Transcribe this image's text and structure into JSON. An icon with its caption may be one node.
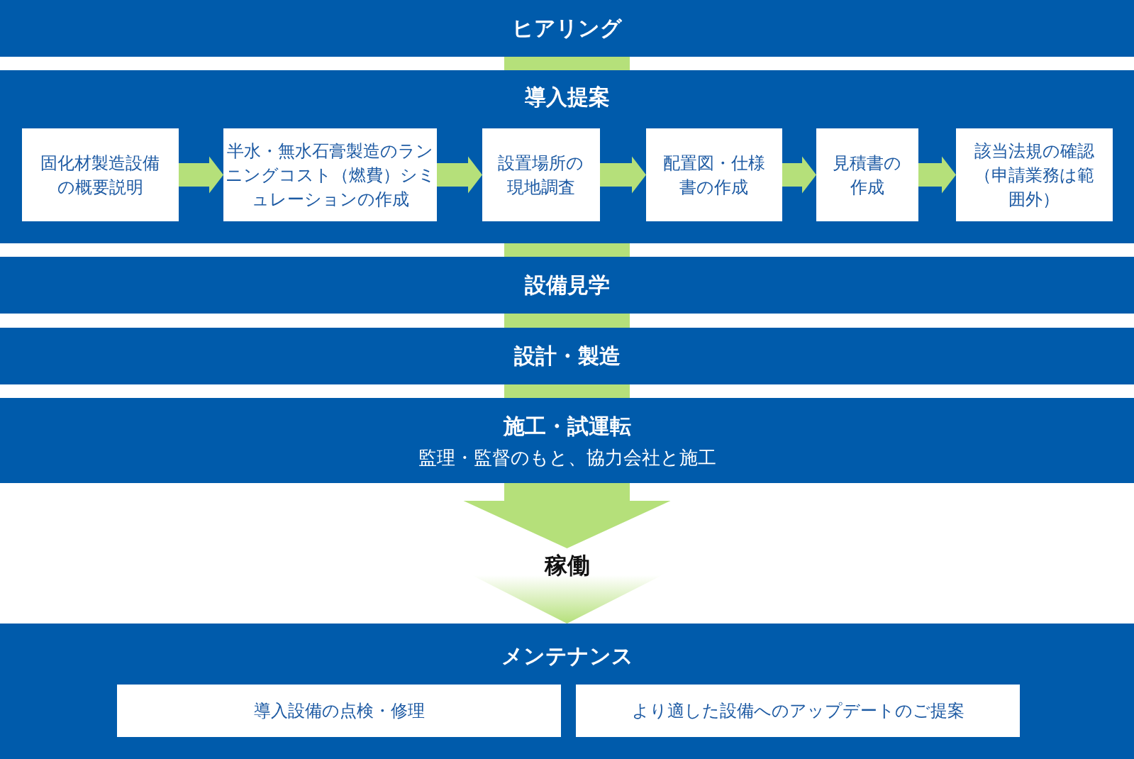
{
  "diagram": {
    "nodes": [
      {
        "text": [
          "ヒアリング"
        ]
      },
      {
        "text": [
          "導入提案"
        ]
      },
      {
        "text": [
          "固化材製造設備の概要説明"
        ],
        "in": 1
      },
      {
        "text": [
          "半水・無水石膏製造のランニングコスト（燃費）シミュレーションの作成"
        ],
        "in": 1
      },
      {
        "text": [
          "設置場所の現地調査"
        ],
        "in": 1
      },
      {
        "text": [
          "配置図・仕様書の作成"
        ],
        "in": 1
      },
      {
        "text": [
          "見積書の作成"
        ],
        "in": 1
      },
      {
        "text": [
          "該当法規の確認（申請業務は範囲外）"
        ],
        "in": 1
      },
      {
        "text": [
          "設備見学"
        ]
      },
      {
        "text": [
          "設計・製造"
        ]
      },
      {
        "text": [
          "施工・試運転",
          "監理・監督のもと、協力会社と施工"
        ]
      },
      {
        "text": [
          "稼働"
        ]
      },
      {
        "text": [
          "メンテナンス"
        ]
      },
      {
        "text": [
          "導入設備の点検・修理"
        ],
        "in": 12
      },
      {
        "text": [
          "より適した設備へのアップデートのご提案"
        ],
        "in": 12
      }
    ],
    "edges": [
      {
        "from": 0,
        "to": 1,
        "arrow": "none",
        "style": "thick"
      },
      {
        "from": 1,
        "to": 8,
        "arrow": "none",
        "style": "thick"
      },
      {
        "from": 8,
        "to": 9,
        "arrow": "none",
        "style": "thick"
      },
      {
        "from": 9,
        "to": 10,
        "arrow": "none",
        "style": "thick"
      },
      {
        "from": 10,
        "to": 11,
        "arrow": "to",
        "style": "thick"
      },
      {
        "from": 11,
        "to": 12,
        "arrow": "to"
      },
      {
        "from": 2,
        "to": 3,
        "arrow": "to"
      },
      {
        "from": 3,
        "to": 4,
        "arrow": "to"
      },
      {
        "from": 4,
        "to": 5,
        "arrow": "to"
      },
      {
        "from": 5,
        "to": 6,
        "arrow": "to"
      },
      {
        "from": 6,
        "to": 7,
        "arrow": "to"
      }
    ]
  }
}
